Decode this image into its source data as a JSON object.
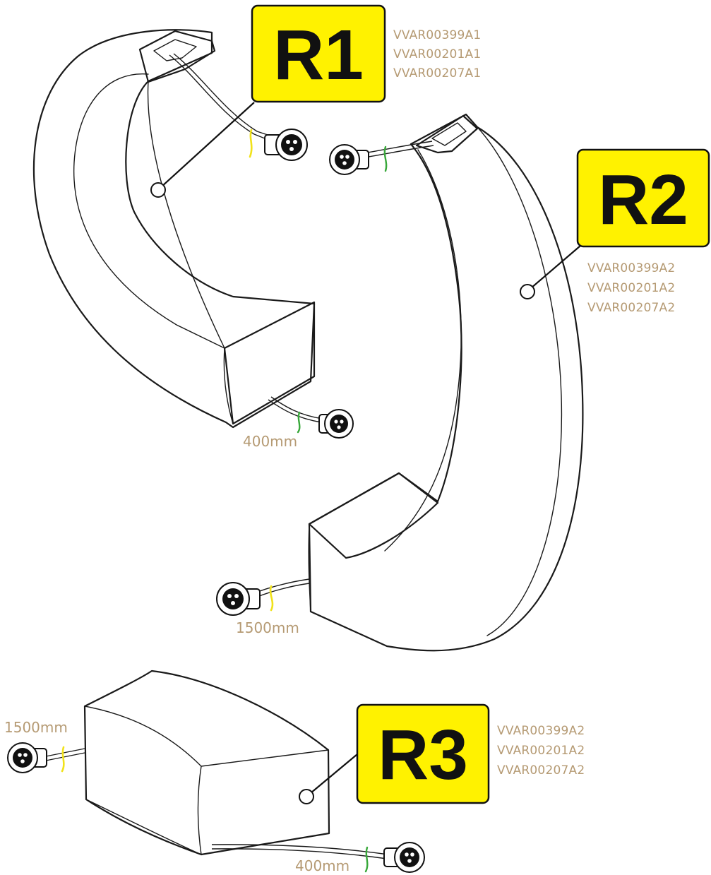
{
  "modules": [
    {
      "label": "R1",
      "codes": [
        "VVAR00399A1",
        "VVAR00201A1",
        "VVAR00207A1"
      ],
      "cables": [
        "400mm"
      ]
    },
    {
      "label": "R2",
      "codes": [
        "VVAR00399A2",
        "VVAR00201A2",
        "VVAR00207A2"
      ],
      "cables": [
        "1500mm"
      ]
    },
    {
      "label": "R3",
      "codes": [
        "VVAR00399A2",
        "VVAR00201A2",
        "VVAR00207A2"
      ],
      "cables": [
        "1500mm",
        "400mm"
      ]
    }
  ],
  "colors": {
    "label_fill": "#fff200",
    "code_text": "#b59a73",
    "marker_green": "#38a83a",
    "marker_yellow": "#f1e21a"
  },
  "icons": [
    "connector-icon",
    "callout-circle-icon"
  ]
}
